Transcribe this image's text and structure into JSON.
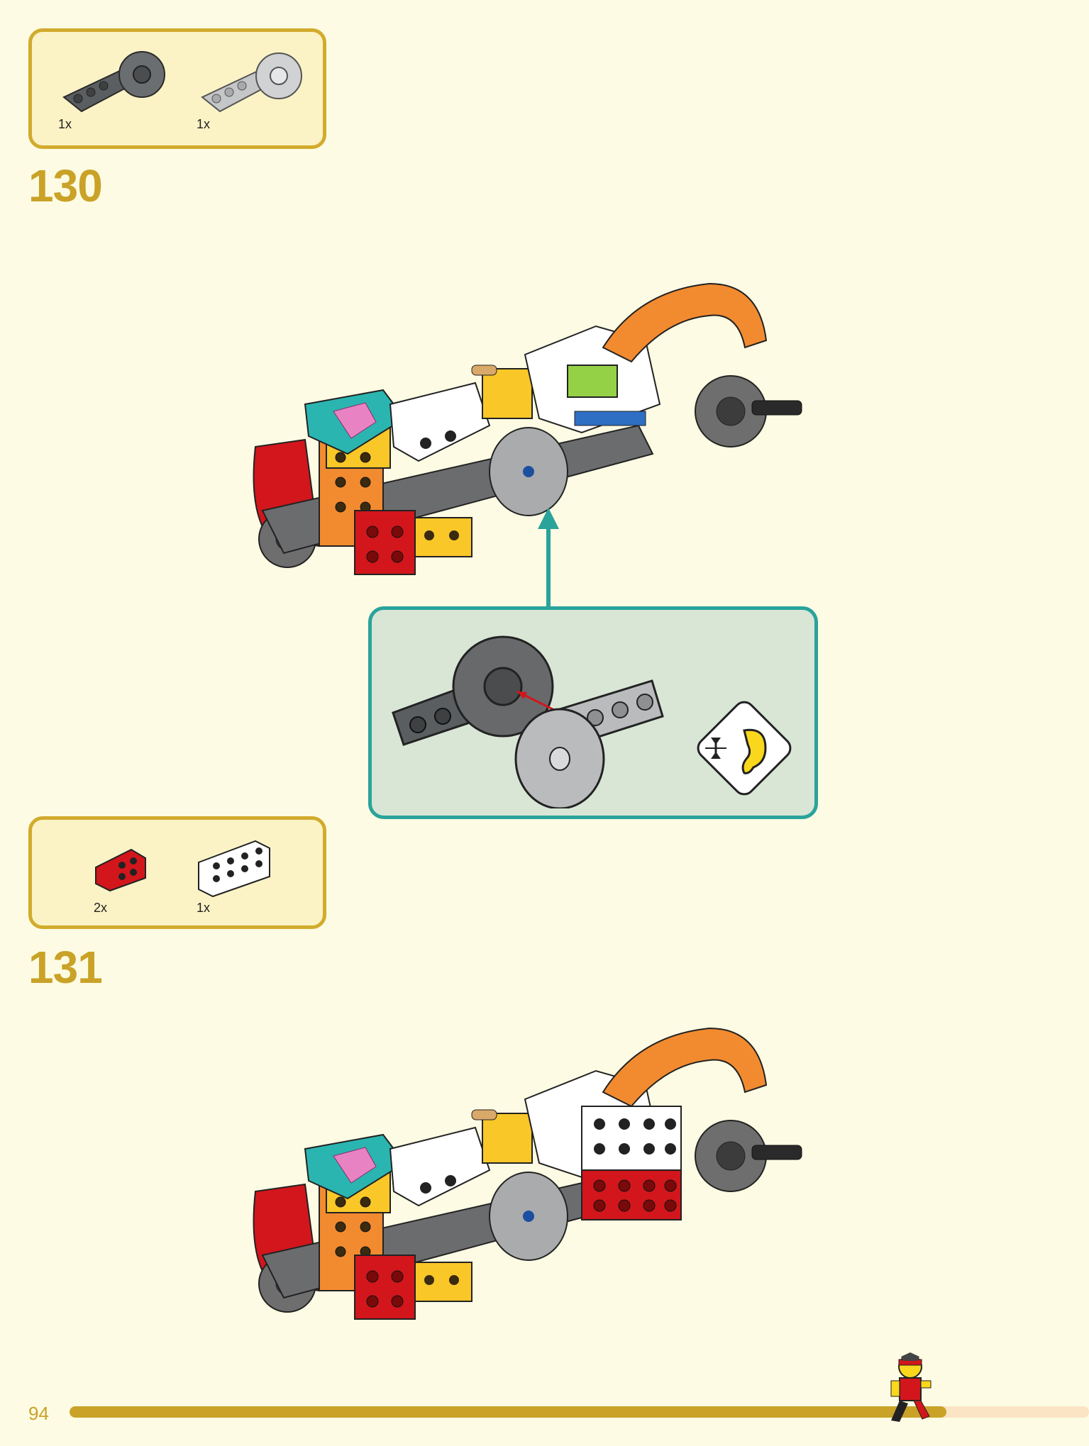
{
  "page_number": "94",
  "progress": {
    "fraction": 0.86
  },
  "steps": [
    {
      "number": "130",
      "parts": [
        {
          "icon": "dark-gray-pin-arm-part",
          "qty": "1x"
        },
        {
          "icon": "light-gray-pin-arm-part",
          "qty": "1x"
        }
      ],
      "callout": {
        "icon": "listen-for-click-icon"
      }
    },
    {
      "number": "131",
      "parts": [
        {
          "icon": "red-bracket-part",
          "qty": "2x"
        },
        {
          "icon": "white-bracket-plate-part",
          "qty": "1x"
        }
      ]
    }
  ],
  "colors": {
    "background": "#fdfbe3",
    "accent_gold": "#c9a227",
    "callout_teal": "#2aa39b",
    "callout_fill": "#d9e6d6"
  }
}
